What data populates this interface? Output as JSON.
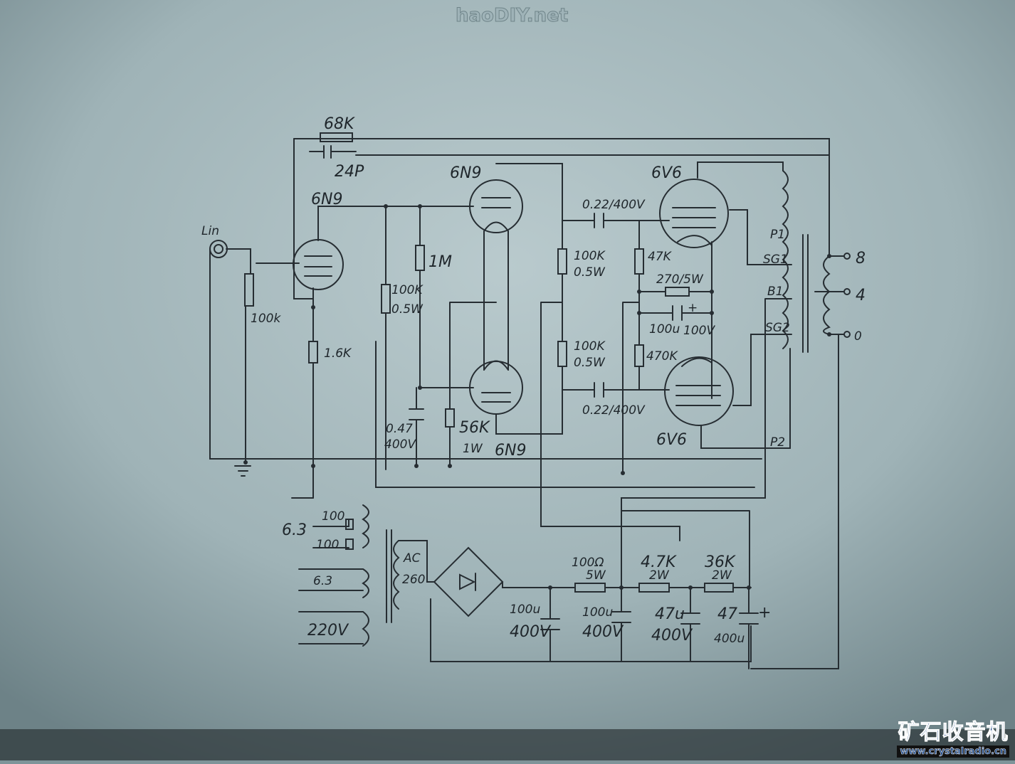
{
  "watermark_top": "haoDIY.net",
  "watermark_logo": {
    "title": "矿石收音机",
    "url": "www.crystalradio.cn"
  },
  "colors": {
    "paper": "#a9bcc0",
    "ink": "#262d32",
    "logo": "#1f4a8a"
  },
  "input": {
    "label": "Lin",
    "pot": "100k"
  },
  "tube_v1": {
    "type": "6N9",
    "cathode_r": "1.6K"
  },
  "feedback": {
    "resistor": "68K",
    "capacitor": "24P"
  },
  "tube_v2": {
    "type": "6N9",
    "grid_r": "1M",
    "plate_r": "100K",
    "plate_r_w": "0.5W"
  },
  "tube_v3": {
    "type": "6N9",
    "cathode_r": "56K",
    "cathode_r_w": "1W",
    "bypass_c": "0.47",
    "bypass_v": "400V"
  },
  "phase_splitter": {
    "r_top": "100K",
    "r_top_w": "0.5W",
    "r_bot": "100K",
    "r_bot_w": "0.5W"
  },
  "coupling": {
    "c_top": "0.22/400V",
    "c_bot": "0.22/400V"
  },
  "output_stage": {
    "tube_top": "6V6",
    "tube_bot": "6V6",
    "grid_r_top": "47K",
    "grid_r_bot": "470K",
    "cathode_r": "270/5W",
    "cathode_c": "100u",
    "cathode_c_v": "100V",
    "plus": "+"
  },
  "output_transformer": {
    "p1": "P1",
    "sg1": "SG1",
    "b1": "B1",
    "sg2": "SG2",
    "p2": "P2",
    "taps": [
      "8",
      "4",
      "0"
    ]
  },
  "power_transformer": {
    "heater1": "6.3",
    "heater1_r1": "100",
    "heater1_r2": "100",
    "heater2": "6.3",
    "primary": "220V",
    "secondary": "AC",
    "secondary_v": "260"
  },
  "psu": {
    "c1": "100u",
    "c1_v": "400V",
    "r1": "100Ω",
    "r1_w": "5W",
    "c2": "100u",
    "c2_v": "400V",
    "r2": "4.7K",
    "r2_w": "2W",
    "c3": "47u",
    "c3_v": "400V",
    "r3": "36K",
    "r3_w": "2W",
    "c4": "47",
    "c4_v": "400u",
    "plus": "+"
  }
}
